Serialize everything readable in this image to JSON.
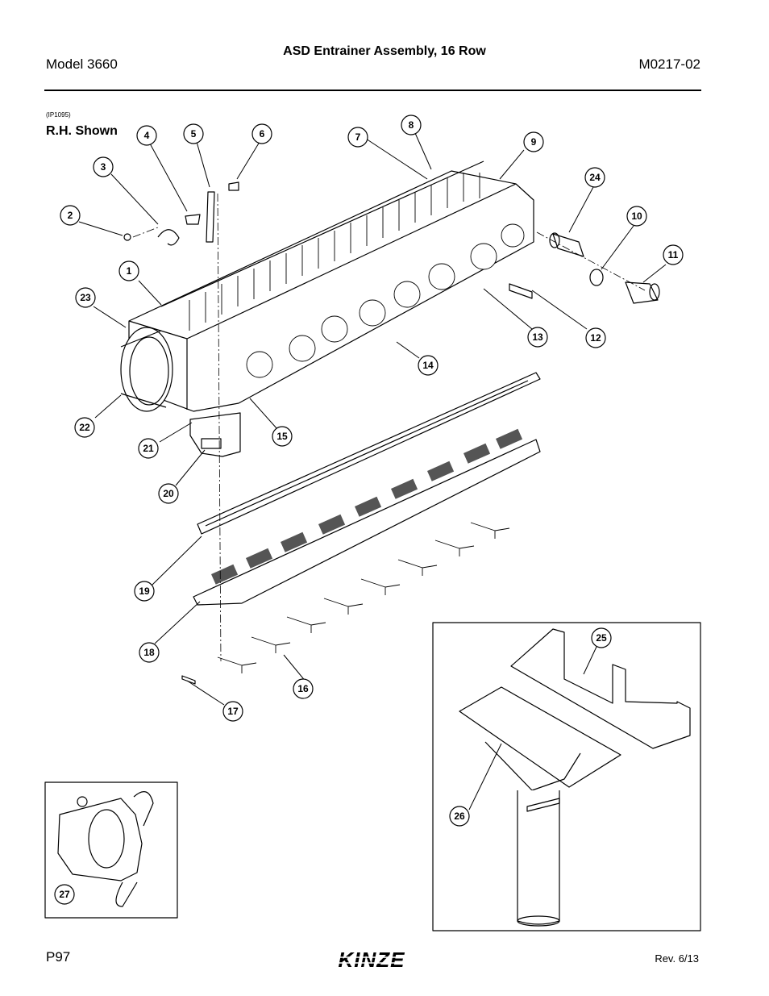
{
  "header": {
    "model": "Model 3660",
    "title": "ASD Entrainer Assembly, 16 Row",
    "doc_number": "M0217-02"
  },
  "figure": {
    "code": "(IP1095)",
    "view_label": "R.H. Shown"
  },
  "callouts": [
    {
      "id": "c1",
      "label": "1"
    },
    {
      "id": "c2",
      "label": "2"
    },
    {
      "id": "c3",
      "label": "3"
    },
    {
      "id": "c4",
      "label": "4"
    },
    {
      "id": "c5",
      "label": "5"
    },
    {
      "id": "c6",
      "label": "6"
    },
    {
      "id": "c7",
      "label": "7"
    },
    {
      "id": "c8",
      "label": "8"
    },
    {
      "id": "c9",
      "label": "9"
    },
    {
      "id": "c10",
      "label": "10"
    },
    {
      "id": "c11",
      "label": "11"
    },
    {
      "id": "c12",
      "label": "12"
    },
    {
      "id": "c13",
      "label": "13"
    },
    {
      "id": "c14",
      "label": "14"
    },
    {
      "id": "c15",
      "label": "15"
    },
    {
      "id": "c16",
      "label": "16"
    },
    {
      "id": "c17",
      "label": "17"
    },
    {
      "id": "c18",
      "label": "18"
    },
    {
      "id": "c19",
      "label": "19"
    },
    {
      "id": "c20",
      "label": "20"
    },
    {
      "id": "c21",
      "label": "21"
    },
    {
      "id": "c22",
      "label": "22"
    },
    {
      "id": "c23",
      "label": "23"
    },
    {
      "id": "c24",
      "label": "24"
    },
    {
      "id": "c25",
      "label": "25"
    },
    {
      "id": "c26",
      "label": "26"
    },
    {
      "id": "c27",
      "label": "27"
    }
  ],
  "footer": {
    "page": "P97",
    "brand": "KINZE",
    "revision": "Rev. 6/13"
  }
}
